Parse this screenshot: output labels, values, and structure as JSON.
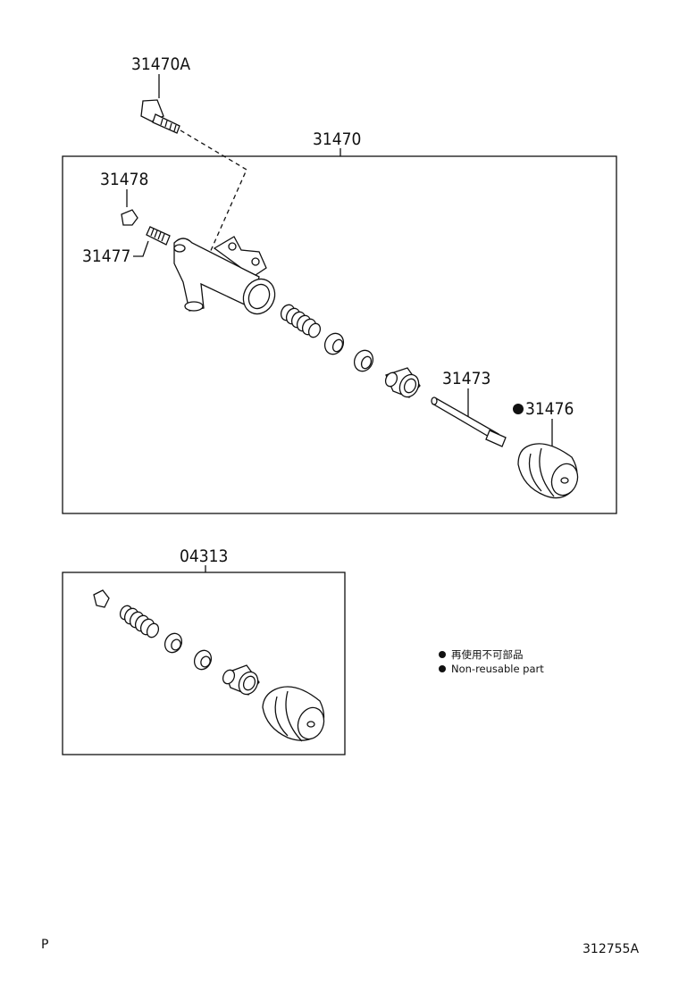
{
  "labels": {
    "p31470A": "31470A",
    "p31470": "31470",
    "p31478": "31478",
    "p31477": "31477",
    "p31473": "31473",
    "p31476": "31476",
    "p04313": "04313"
  },
  "legend": {
    "line_jp": "再使用不可部品",
    "line_en": "Non-reusable part"
  },
  "footer": {
    "left": "P",
    "right": "312755A"
  }
}
